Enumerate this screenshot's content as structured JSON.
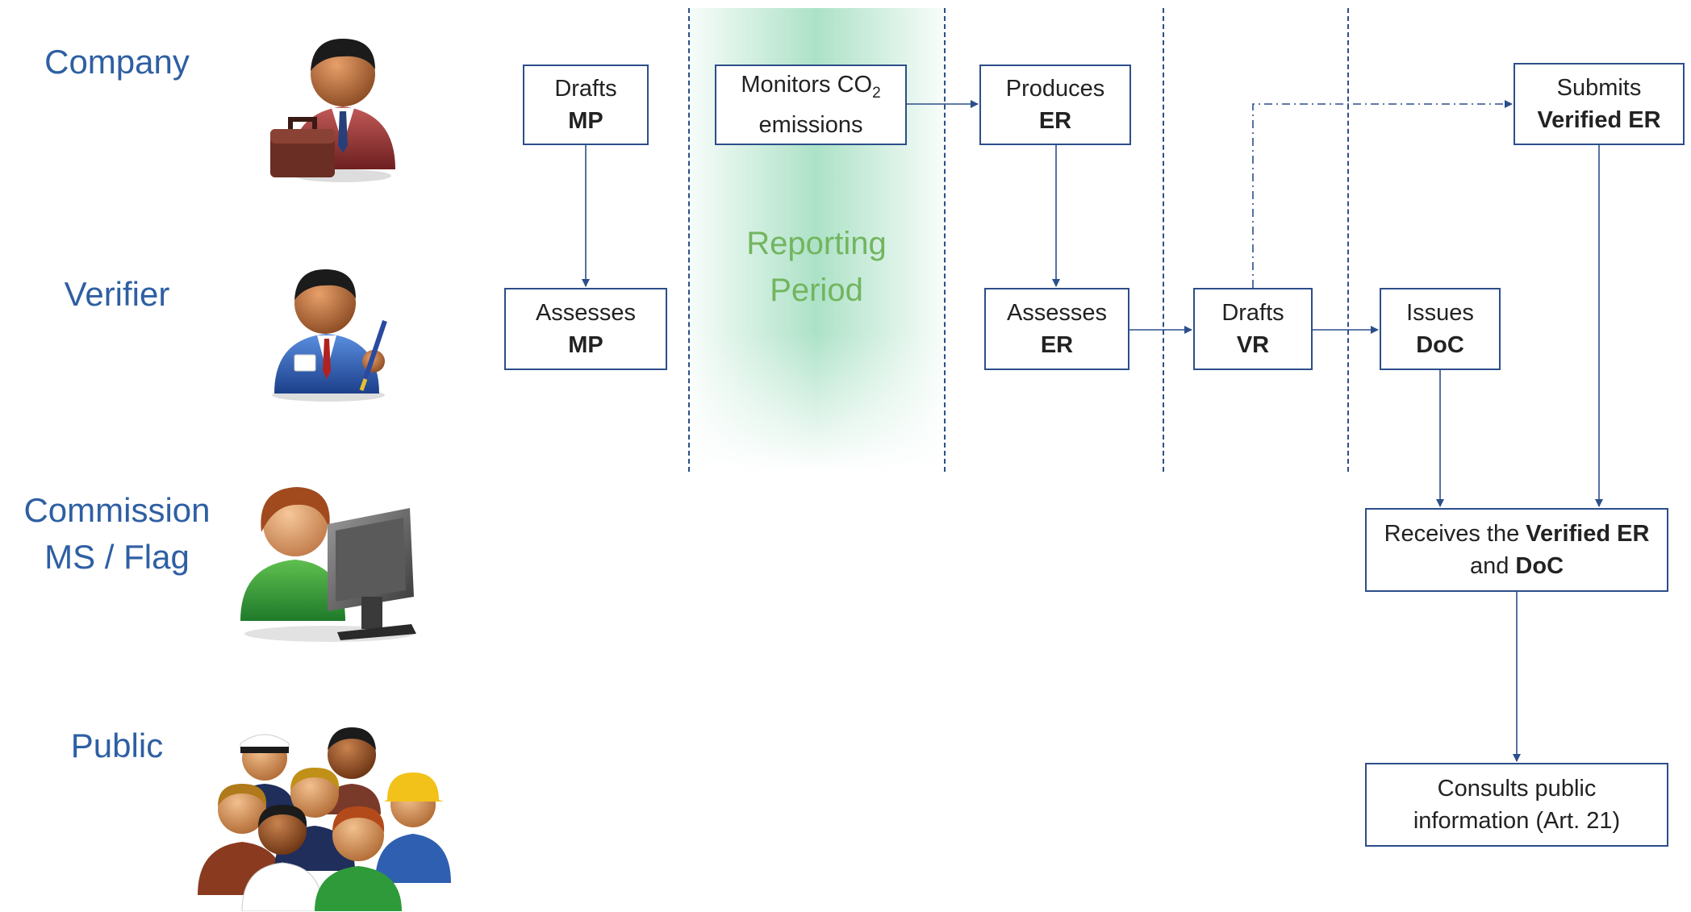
{
  "period": {
    "line1": "Reporting",
    "line2": "Period"
  },
  "actors": {
    "company": {
      "label": "Company",
      "icon": "businessman-briefcase-icon"
    },
    "verifier": {
      "label": "Verifier",
      "icon": "verifier-pen-icon"
    },
    "commission": {
      "label_line1": "Commission",
      "label_line2": "MS / Flag",
      "icon": "computer-user-icon"
    },
    "public": {
      "label": "Public",
      "icon": "crowd-icon"
    }
  },
  "steps": {
    "drafts_mp": {
      "verb": "Drafts",
      "object": "MP"
    },
    "assesses_mp": {
      "verb": "Assesses",
      "object": "MP"
    },
    "monitors": {
      "line1_prefix": "Monitors CO",
      "line1_sub": "2",
      "line2": "emissions"
    },
    "produces_er": {
      "verb": "Produces",
      "object": "ER"
    },
    "assesses_er": {
      "verb": "Assesses",
      "object": "ER"
    },
    "drafts_vr": {
      "verb": "Drafts",
      "object": "VR"
    },
    "issues_doc": {
      "verb": "Issues",
      "object": "DoC"
    },
    "submits_ver": {
      "verb": "Submits",
      "object": "Verified ER"
    },
    "receives": {
      "prefix": "Receives the",
      "bold1": "Verified ER",
      "mid": "and",
      "bold2": "DoC"
    },
    "consults": {
      "line1": "Consults public",
      "line2": "information (Art. 21)"
    }
  },
  "colors": {
    "actor_text": "#2e5fa3",
    "box_border": "#2c4e8a",
    "arrow": "#2c4e8a",
    "period_text": "#72b55f",
    "period_fill": "#a8e0c4"
  }
}
